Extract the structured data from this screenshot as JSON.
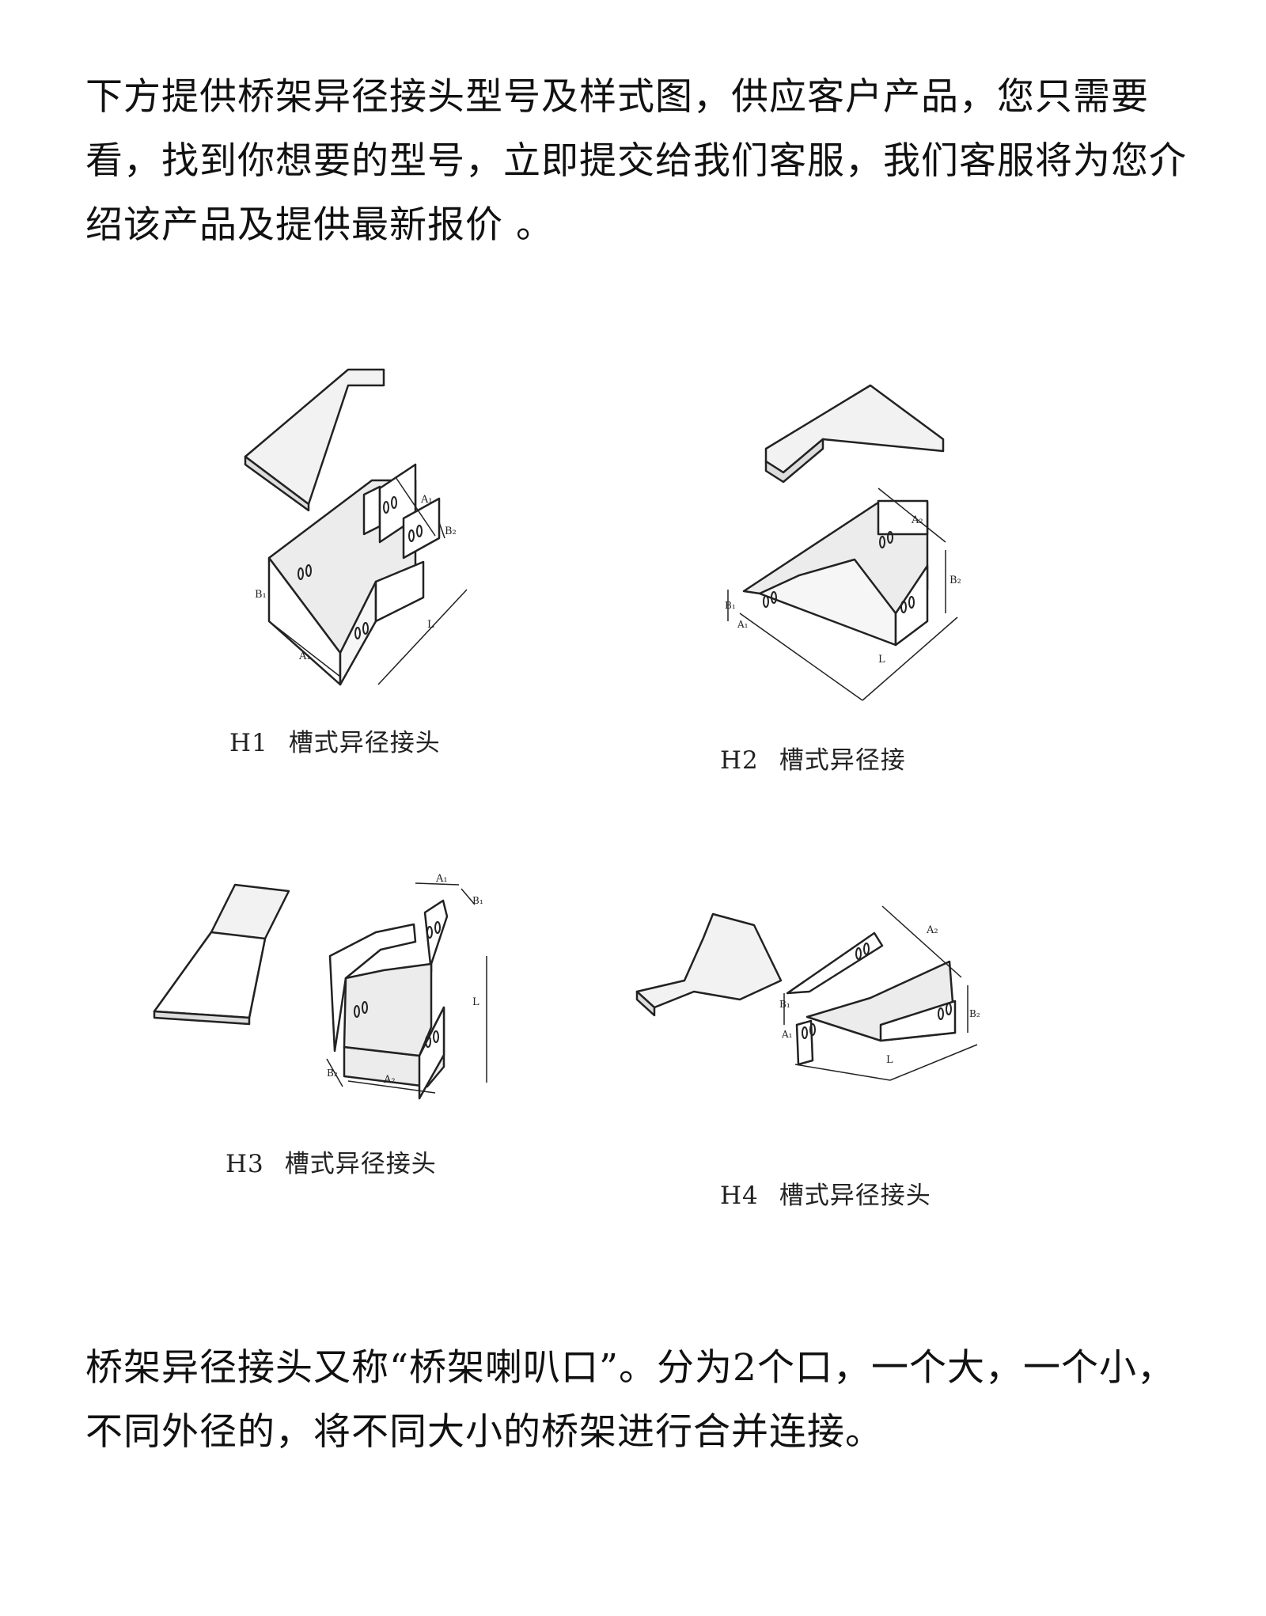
{
  "intro_text": "下方提供桥架异径接头型号及样式图，供应客户产品，您只需要看，找到你想要的型号，立即提交给我们客服，我们客服将为您介绍该产品及提供最新报价 。",
  "figures": [
    {
      "code": "H1",
      "name": "槽式异径接头",
      "dims": {
        "a1": "A₁",
        "b1": "B₁",
        "b2": "B₂",
        "a1b": "A₁",
        "l": "L"
      }
    },
    {
      "code": "H2",
      "name": "槽式异径接",
      "dims": {
        "a2": "A₂",
        "b2": "B₂",
        "b1": "B₁",
        "a1": "A₁",
        "l": "L"
      }
    },
    {
      "code": "H3",
      "name": "槽式异径接头",
      "dims": {
        "a1": "A₁",
        "b1": "B₁",
        "l": "L",
        "b2": "B₂",
        "a2": "A₂"
      }
    },
    {
      "code": "H4",
      "name": "槽式异径接头",
      "dims": {
        "a2": "A₂",
        "b2": "B₂",
        "b1": "B₁",
        "a1": "A₁",
        "l": "L"
      }
    }
  ],
  "outro_text": "桥架异径接头又称“桥架喇叭口”。分为2个口，一个大，一个小，不同外径的，将不同大小的桥架进行合并连接。",
  "colors": {
    "text": "#111111",
    "line": "#222222",
    "shade": "#e9e9e9"
  }
}
